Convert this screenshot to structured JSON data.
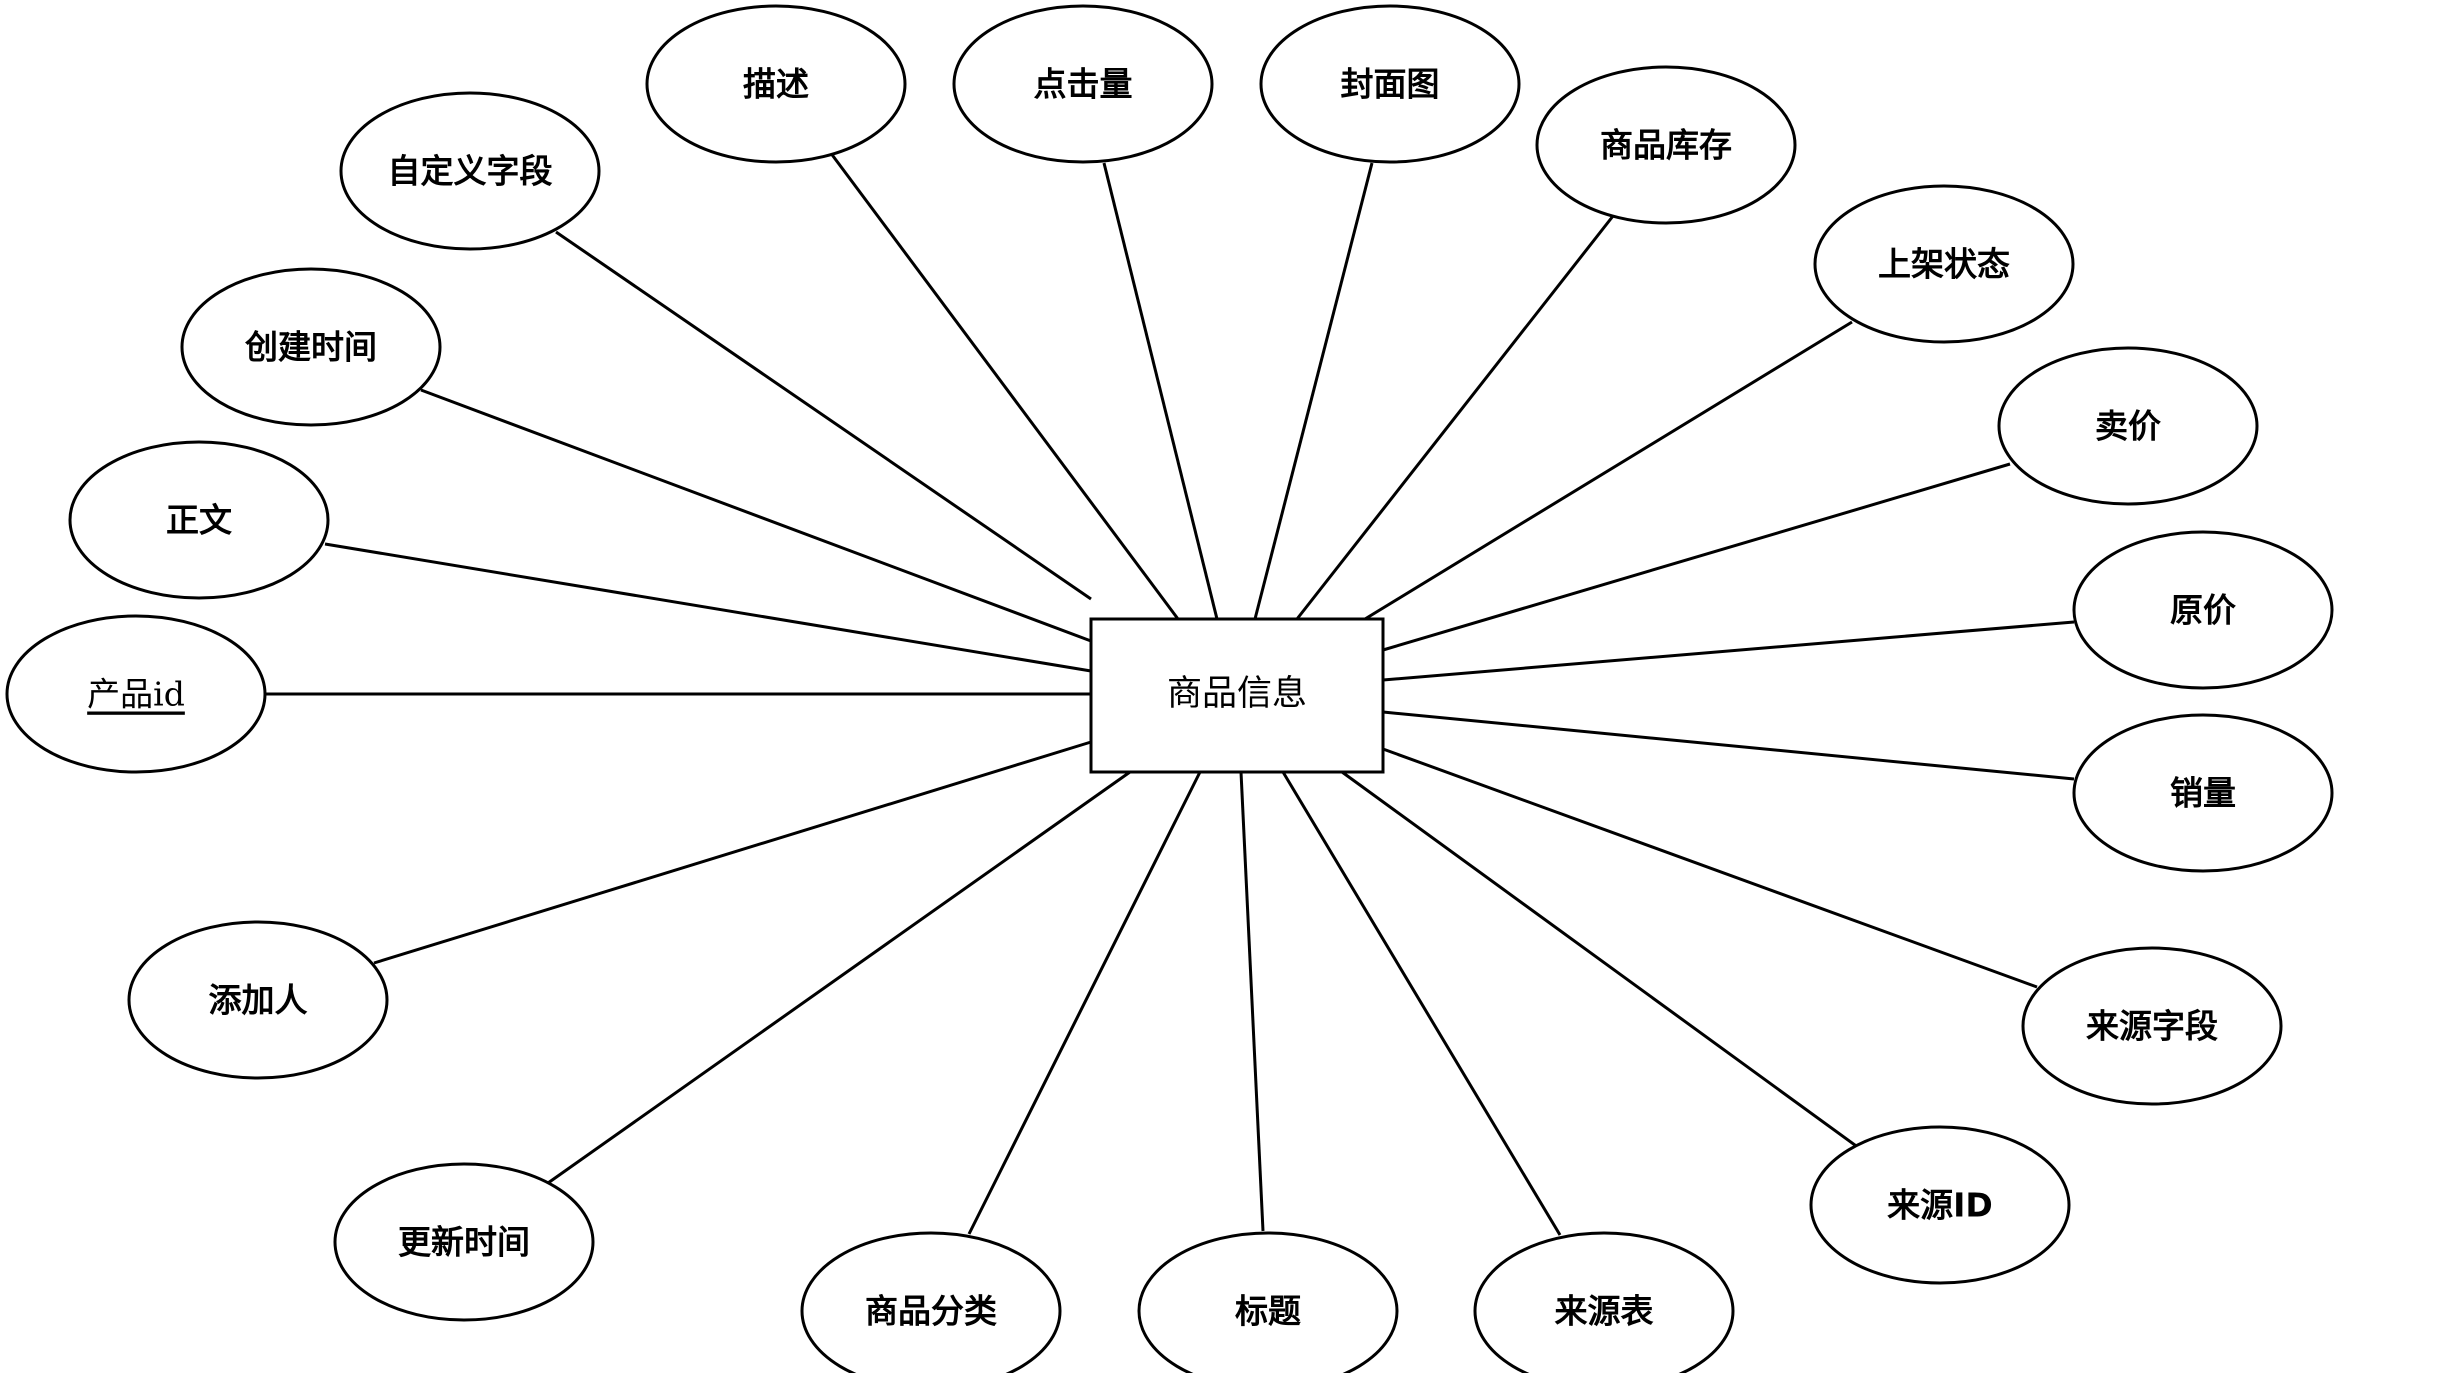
{
  "entity": {
    "label": "商品信息"
  },
  "attributes": [
    {
      "key": "pk",
      "label": "产品id",
      "primary_key": true
    },
    {
      "key": "body",
      "label": "正文"
    },
    {
      "key": "created",
      "label": "创建时间"
    },
    {
      "key": "custom",
      "label": "自定义字段"
    },
    {
      "key": "desc",
      "label": "描述"
    },
    {
      "key": "clicks",
      "label": "点击量"
    },
    {
      "key": "cover",
      "label": "封面图"
    },
    {
      "key": "stock",
      "label": "商品库存"
    },
    {
      "key": "status",
      "label": "上架状态"
    },
    {
      "key": "price",
      "label": "卖价"
    },
    {
      "key": "original",
      "label": "原价"
    },
    {
      "key": "sales",
      "label": "销量"
    },
    {
      "key": "srcfield",
      "label": "来源字段"
    },
    {
      "key": "srcid",
      "label": "来源ID"
    },
    {
      "key": "srctable",
      "label": "来源表"
    },
    {
      "key": "title",
      "label": "标题"
    },
    {
      "key": "category",
      "label": "商品分类"
    },
    {
      "key": "updated",
      "label": "更新时间"
    },
    {
      "key": "adder",
      "label": "添加人"
    }
  ]
}
